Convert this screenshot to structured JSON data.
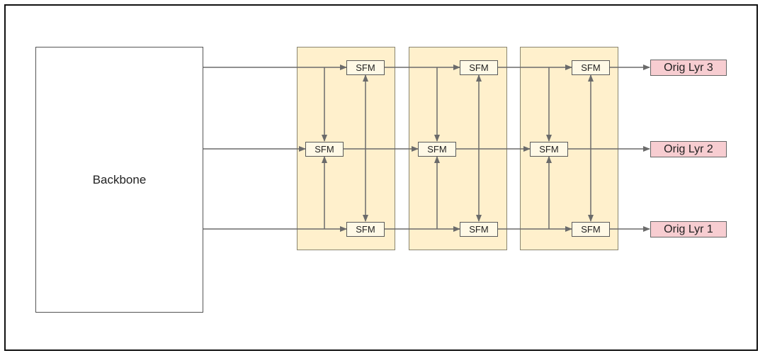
{
  "colors": {
    "stage_fill": "#fff0cc",
    "sfm_fill": "#fff9e6",
    "output_fill": "#f7cdd1",
    "wire": "#6b6b6b"
  },
  "backbone": {
    "label": "Backbone"
  },
  "stages": [
    {
      "sfm_top": "SFM",
      "sfm_mid": "SFM",
      "sfm_bot": "SFM"
    },
    {
      "sfm_top": "SFM",
      "sfm_mid": "SFM",
      "sfm_bot": "SFM"
    },
    {
      "sfm_top": "SFM",
      "sfm_mid": "SFM",
      "sfm_bot": "SFM"
    }
  ],
  "outputs": [
    {
      "label": "Orig Lyr 3"
    },
    {
      "label": "Orig Lyr 2"
    },
    {
      "label": "Orig Lyr 1"
    }
  ]
}
